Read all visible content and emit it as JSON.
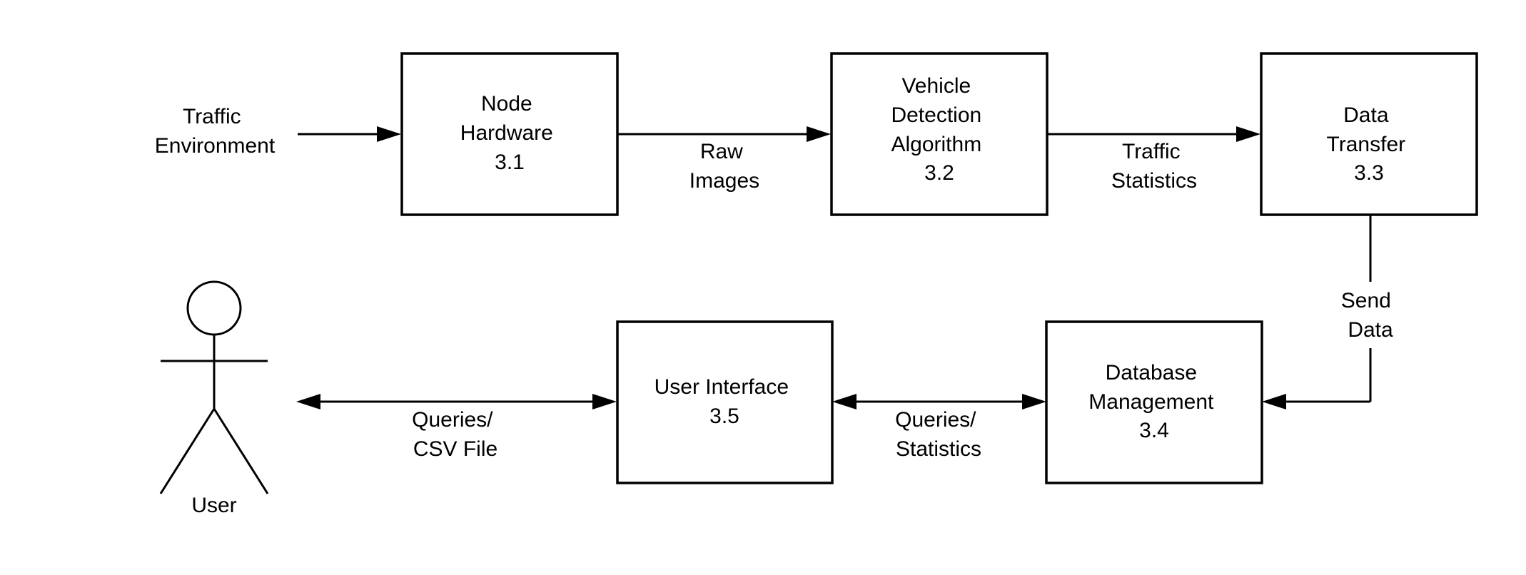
{
  "diagram": {
    "nodes": [
      {
        "id": "node-hardware",
        "lines": [
          "Node",
          "Hardware",
          "3.1"
        ]
      },
      {
        "id": "vehicle-detection",
        "lines": [
          "Vehicle",
          "Detection",
          "Algorithm",
          "3.2"
        ]
      },
      {
        "id": "data-transfer",
        "lines": [
          "Data",
          "Transfer",
          "3.3"
        ]
      },
      {
        "id": "database-management",
        "lines": [
          "Database",
          "Management",
          "3.4"
        ]
      },
      {
        "id": "user-interface",
        "lines": [
          "User Interface",
          "3.5"
        ]
      }
    ],
    "actor": {
      "label": "User"
    },
    "source": {
      "lines": [
        "Traffic",
        "Environment"
      ]
    },
    "edges": [
      {
        "id": "traffic-environment-to-node-hardware",
        "lines": []
      },
      {
        "id": "raw-images",
        "lines": [
          "Raw",
          "Images"
        ]
      },
      {
        "id": "traffic-statistics",
        "lines": [
          "Traffic",
          "Statistics"
        ]
      },
      {
        "id": "send-data",
        "lines": [
          "Send",
          "Data"
        ]
      },
      {
        "id": "queries-statistics",
        "lines": [
          "Queries/",
          "Statistics"
        ]
      },
      {
        "id": "queries-csv-file",
        "lines": [
          "Queries/",
          "CSV File"
        ]
      }
    ]
  }
}
